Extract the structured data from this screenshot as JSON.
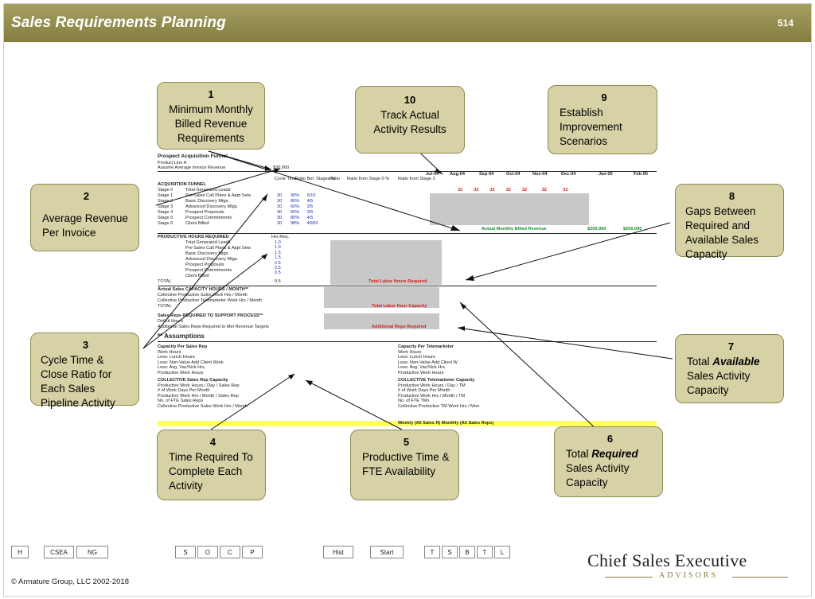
{
  "header": {
    "title": "Sales Requirements Planning",
    "page_number": "514"
  },
  "callouts": [
    {
      "num": "1",
      "text": "Minimum Monthly Billed Revenue Requirements"
    },
    {
      "num": "10",
      "text": "Track Actual Activity Results"
    },
    {
      "num": "9",
      "text": "Establish Improvement Scenarios"
    },
    {
      "num": "2",
      "text": "Average Revenue Per Invoice"
    },
    {
      "num": "8",
      "text": "Gaps Between Required and Available Sales Capacity"
    },
    {
      "num": "3",
      "text": "Cycle Time & Close Ratio for Each Sales Pipeline Activity"
    },
    {
      "num": "7",
      "pre": "Total ",
      "em": "Available",
      "post": " Sales Activity Capacity"
    },
    {
      "num": "4",
      "text": "Time Required To Complete Each Activity"
    },
    {
      "num": "5",
      "text": "Productive Time & FTE Availability"
    },
    {
      "num": "6",
      "pre": "Total ",
      "em": "Required",
      "post": " Sales Activity Capacity"
    }
  ],
  "sheet": {
    "title": "Prospect Acquisition Funnel",
    "product_line": "Product Line A",
    "avg_invoice_label": "Assume Average Invoice Revenue",
    "avg_invoice_value": "$30,000",
    "months": [
      "Jul-04",
      "Aug-04",
      "Sep-04",
      "Oct-04",
      "Nov-04",
      "Dec-04",
      "Jan-05",
      "Feb-05"
    ],
    "funnel_heading": "ACQUISITION FUNNEL",
    "col_headers": [
      "Cycle Time",
      "Ratio Bet. Stages %",
      "Ratio",
      "Ratio from Stage 0 %",
      "Ratio",
      "Ratio from Stage 3"
    ],
    "stages": [
      {
        "stage": "Stage 0",
        "name": "Total Generated Leads"
      },
      {
        "stage": "Stage 1",
        "name": "Pre-Sales Call Plans & Appt Sets"
      },
      {
        "stage": "Stage 2",
        "name": "Basic Discovery Mtgs."
      },
      {
        "stage": "Stage 3",
        "name": "Advanced Discovery Mtgs."
      },
      {
        "stage": "Stage 4",
        "name": "Prospect Proposals"
      },
      {
        "stage": "Stage 5",
        "name": "Prospect Commitments"
      },
      {
        "stage": "Stage 6",
        "name": "Client Billed"
      }
    ],
    "actual_revenue_label": "Actual Monthly Billed Revenue",
    "revenue_values": [
      "$200,000",
      "$200,000"
    ],
    "productive_heading": "PRODUCTIVE HOURS REQUIRED",
    "hrs_req": "Hrs Req.",
    "total_label": "TOTAL",
    "total_labor_required": "Total Labor Hours Required",
    "capacity_heading": "Actual Sales CAPACITY HOURS / MONTH**",
    "capacity_rows": [
      "Collective Productive Sales Work Hrs / Month",
      "Collective Productive Telemarketer Work Hrs / Month",
      "TOTAL"
    ],
    "total_labor_capacity": "Total Labor Hour Capacity",
    "reps_heading": "Sales Reps REQUIRED TO SUPPORT PROCESS**",
    "reps_rows": [
      "Deficit Hours",
      "Additional Sales Reps Required to Met Revenue Targets"
    ],
    "additional_reps": "Additional Reps Required",
    "assumptions": "** Assumptions",
    "cap_rep_heading": "Capacity Per Sales Rep",
    "cap_tm_heading": "Capacity Per Telemarketer",
    "collective_rep": "COLLECTIVE Sales Rep Capacity",
    "collective_tm": "COLLECTIVE Telemarketer Capacity",
    "weekly_label": "Weekly (All Sales R) Monthly (All Sales Reps)"
  },
  "nav": {
    "buttons": [
      "H",
      "CSEA",
      "NG",
      "S",
      "O",
      "C",
      "P",
      "Hist",
      "Start",
      "T",
      "S",
      "B",
      "T",
      "L"
    ]
  },
  "footer": {
    "copyright": "© Armature Group, LLC  2002-2018",
    "logo_main": "Chief Sales Executive",
    "logo_sub": "ADVISORS"
  }
}
